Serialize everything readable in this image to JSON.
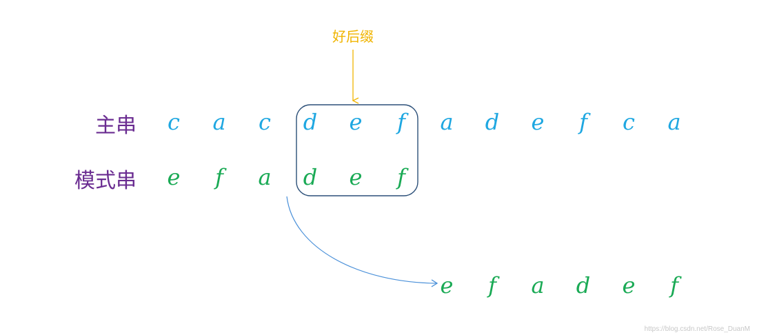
{
  "annotation": {
    "label": "好后缀",
    "color": "#f0b400"
  },
  "rows": {
    "main": {
      "label": "主串",
      "chars": [
        "c",
        "a",
        "c",
        "d",
        "e",
        "f",
        "a",
        "d",
        "e",
        "f",
        "c",
        "a"
      ],
      "color": "#1ea7e1"
    },
    "pattern": {
      "label": "模式串",
      "chars": [
        "e",
        "f",
        "a",
        "d",
        "e",
        "f"
      ],
      "color": "#1aaa55"
    },
    "shifted": {
      "chars": [
        "e",
        "f",
        "a",
        "d",
        "e",
        "f"
      ],
      "color": "#1aaa55"
    }
  },
  "colors": {
    "label": "#6a2c91",
    "box": "#2b4f78",
    "curve": "#4a90d9"
  },
  "watermark": "https://blog.csdn.net/Rose_DuanM"
}
